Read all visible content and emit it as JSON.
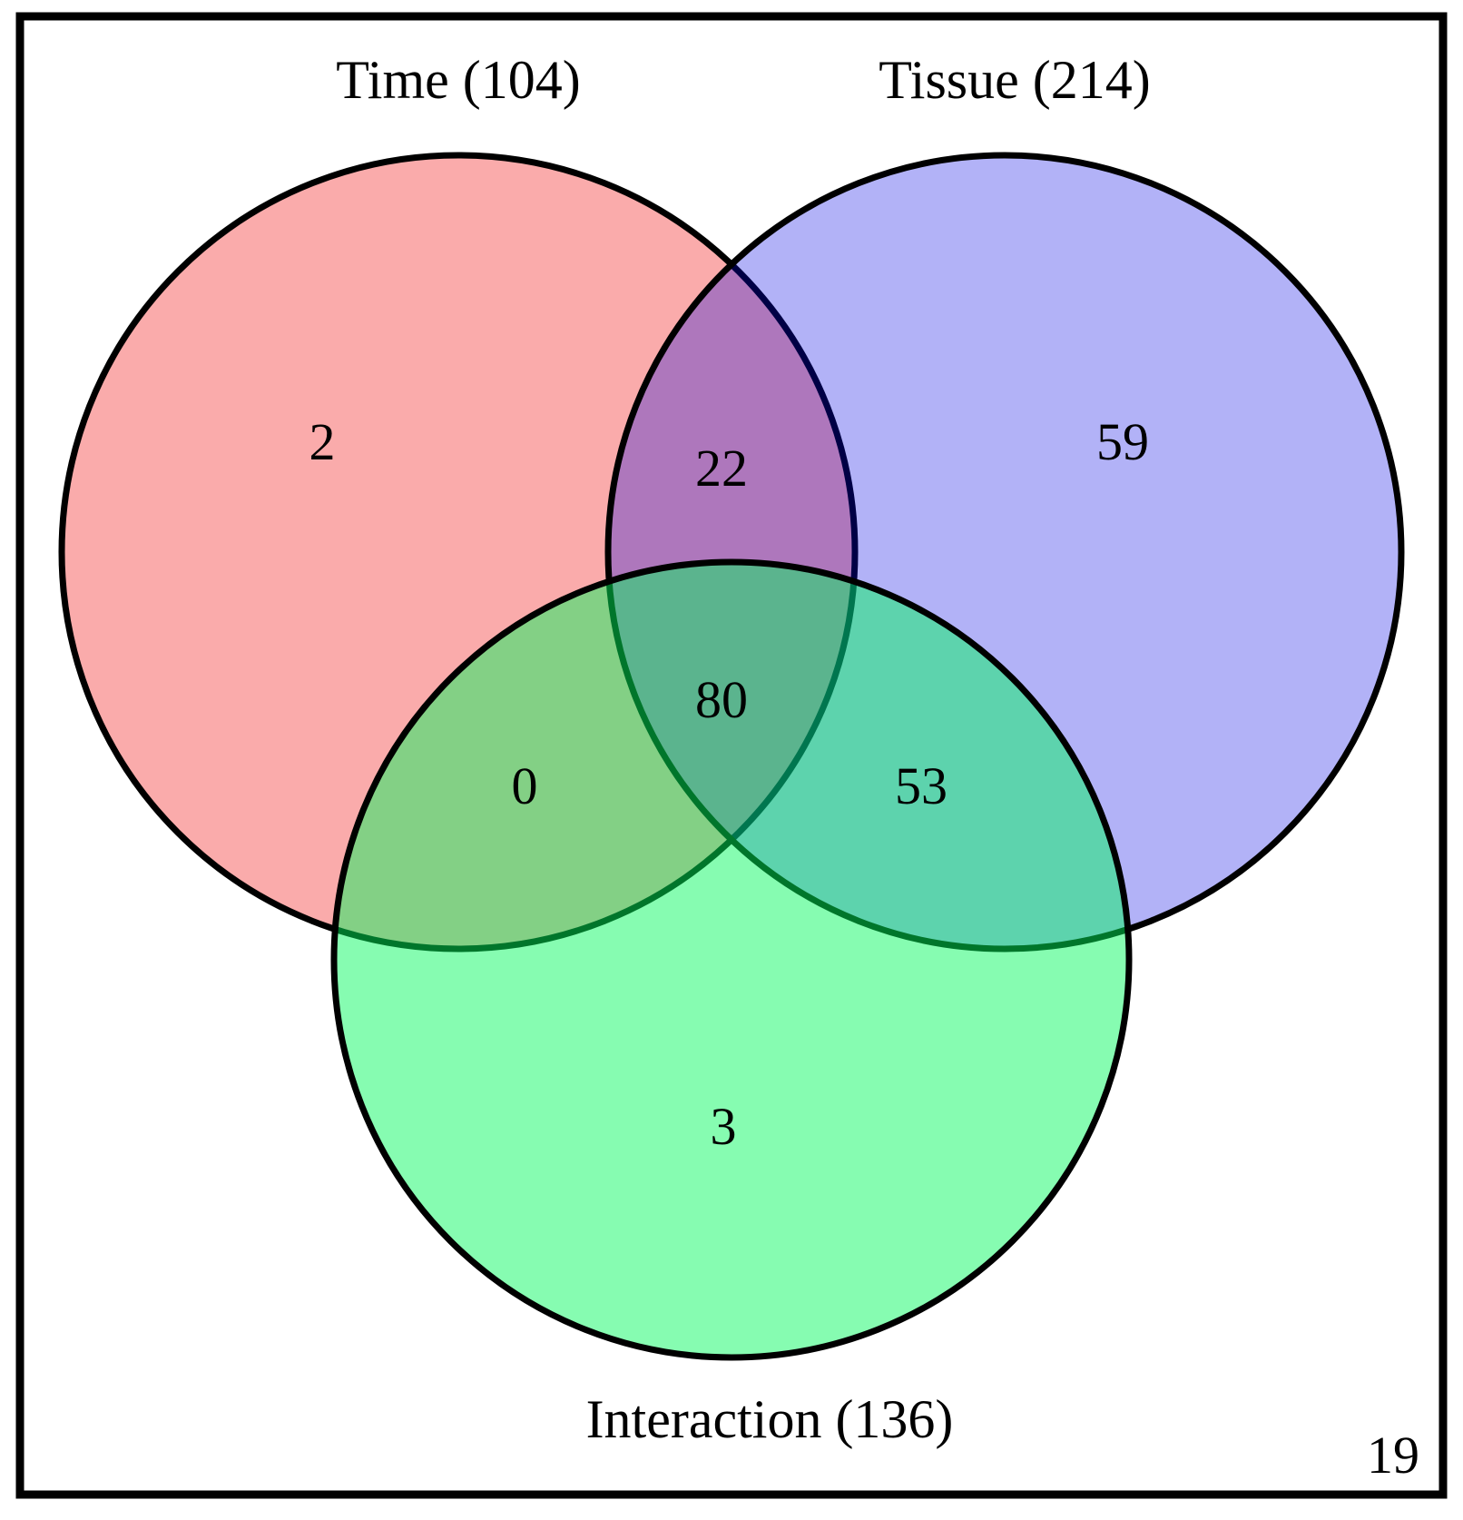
{
  "venn": {
    "set_labels": {
      "time": "Time (104)",
      "tissue": "Tissue (214)",
      "interaction": "Interaction (136)"
    },
    "region_values": {
      "time_only": "2",
      "tissue_only": "59",
      "interaction_only": "3",
      "time_tissue": "22",
      "time_interaction": "0",
      "tissue_interaction": "53",
      "center": "80"
    },
    "page_number": "19",
    "colors": {
      "time_fill": "#faabab",
      "tissue_fill": "#b3b3ee",
      "interaction_fill": "#86fcaf",
      "time_tissue_overlap": "#b07cc5",
      "time_interaction_overlap": "#9dc06b",
      "tissue_interaction_overlap": "#35c3ab",
      "center_overlap": "#6b9b8a",
      "outline": "#000000",
      "border": "#000000"
    }
  },
  "chart_data": {
    "type": "venn",
    "title": "",
    "sets": [
      {
        "label": "Time",
        "total": 104
      },
      {
        "label": "Tissue",
        "total": 214
      },
      {
        "label": "Interaction",
        "total": 136
      }
    ],
    "regions": [
      {
        "sets": [
          "Time"
        ],
        "value": 2
      },
      {
        "sets": [
          "Tissue"
        ],
        "value": 59
      },
      {
        "sets": [
          "Interaction"
        ],
        "value": 3
      },
      {
        "sets": [
          "Time",
          "Tissue"
        ],
        "value": 22
      },
      {
        "sets": [
          "Time",
          "Interaction"
        ],
        "value": 0
      },
      {
        "sets": [
          "Tissue",
          "Interaction"
        ],
        "value": 53
      },
      {
        "sets": [
          "Time",
          "Tissue",
          "Interaction"
        ],
        "value": 80
      }
    ],
    "legend_position": "none",
    "annotations": [
      "19"
    ]
  }
}
